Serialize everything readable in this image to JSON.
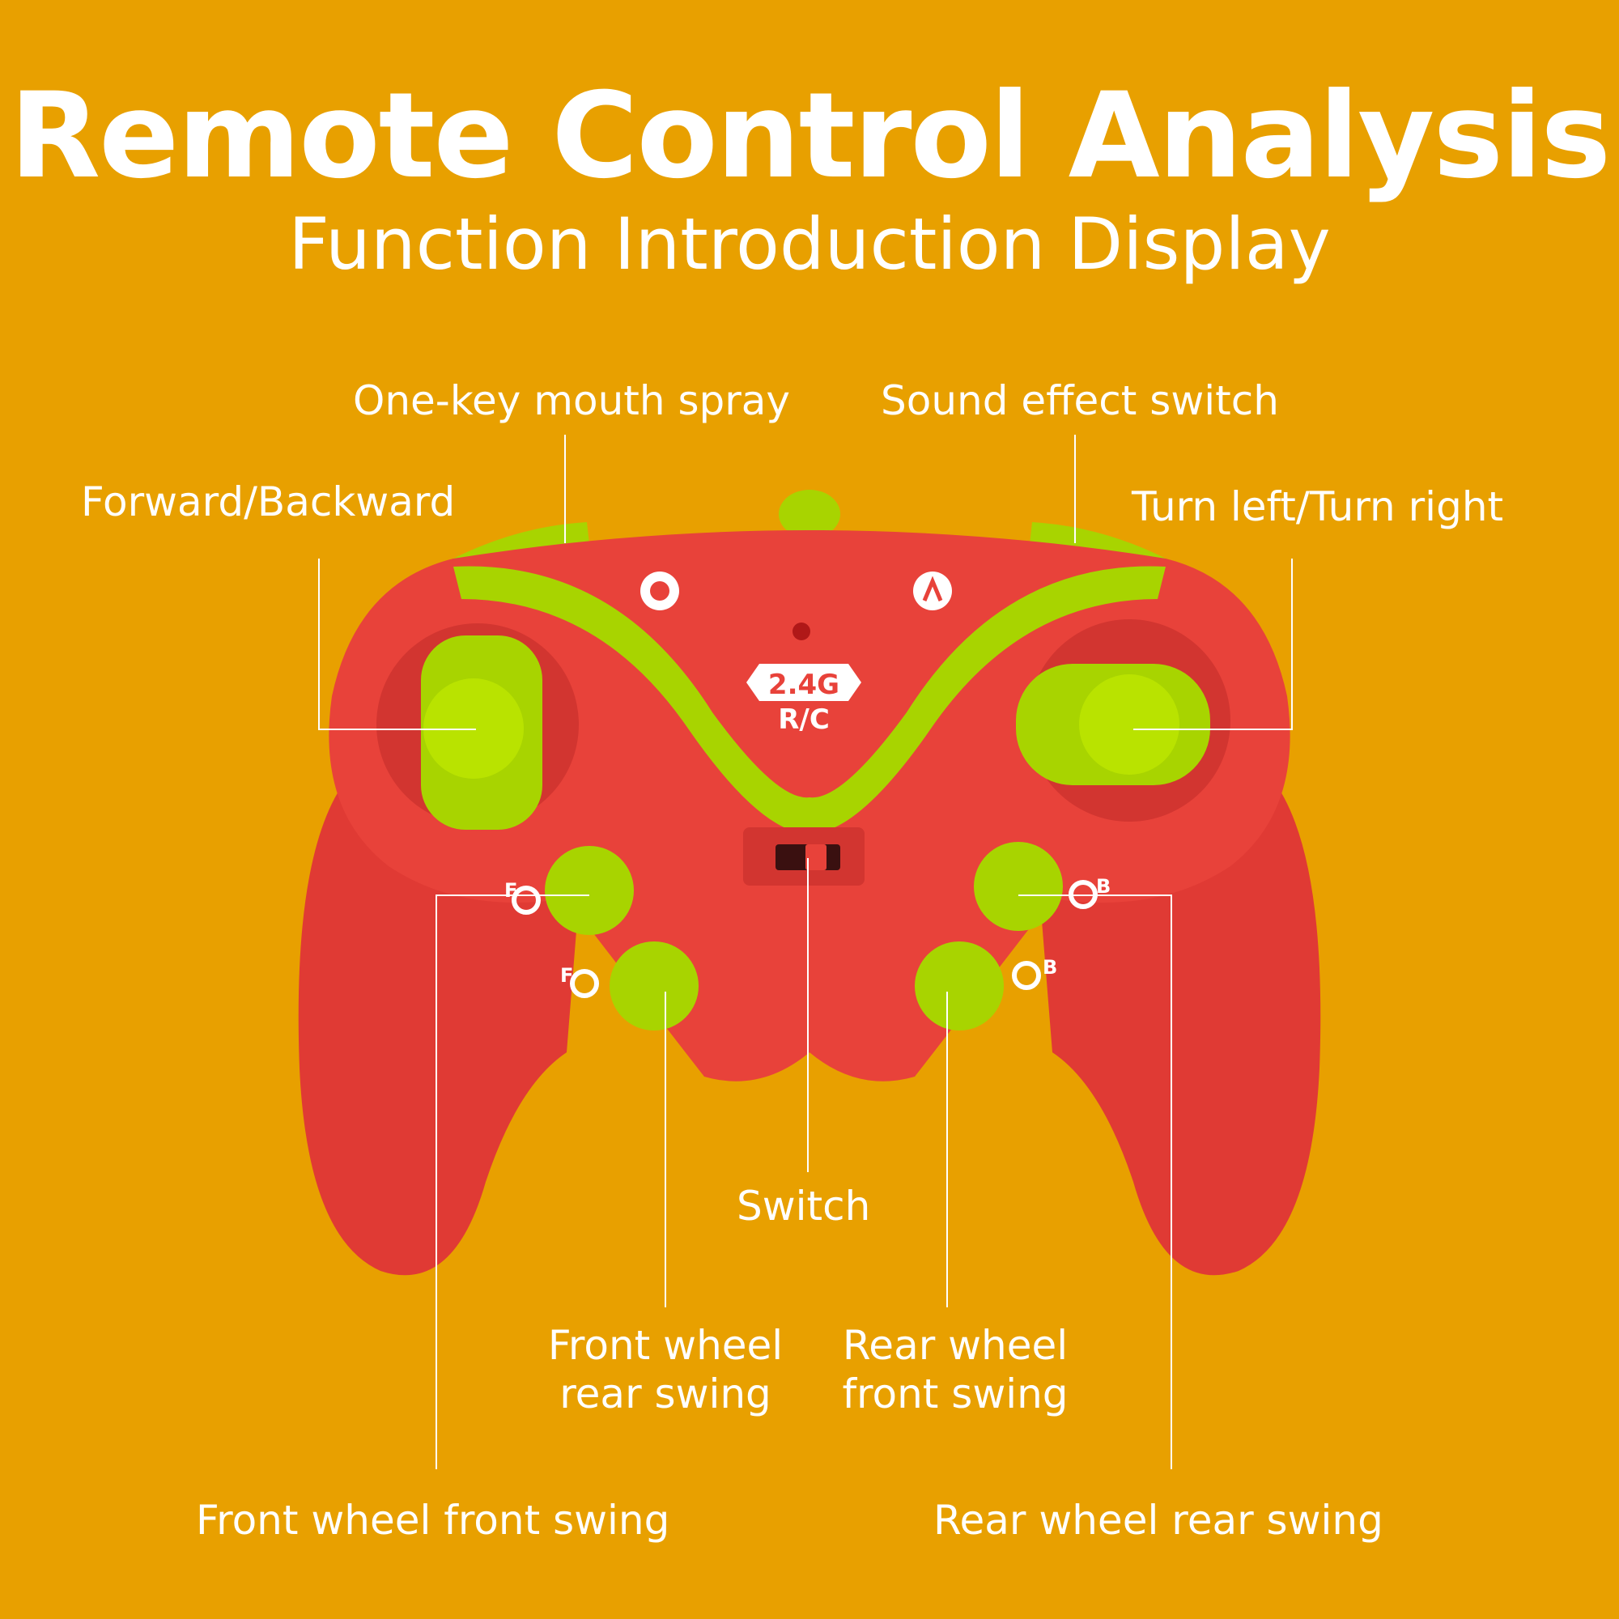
{
  "header": {
    "title": "Remote Control Analysis",
    "subtitle": "Function Introduction Display"
  },
  "labels": {
    "mouth_spray": "One-key mouth spray",
    "sound_switch": "Sound effect switch",
    "forward_backward": "Forward/Backward",
    "turn": "Turn left/Turn right",
    "switch": "Switch",
    "front_rear_line1": "Front wheel",
    "front_rear_line2": "rear swing",
    "rear_front_line1": "Rear wheel",
    "rear_front_line2": "front swing",
    "front_front": "Front wheel front swing",
    "rear_rear": "Rear wheel rear swing"
  },
  "controller": {
    "badge_top": "2.4G",
    "badge_bottom": "R/C",
    "key_f_up": "F",
    "key_f_down": "F",
    "key_b_up": "B",
    "key_b_down": "B",
    "body_color": "#E8423A",
    "accent_color": "#A8D400",
    "background_color": "#E8A000"
  }
}
